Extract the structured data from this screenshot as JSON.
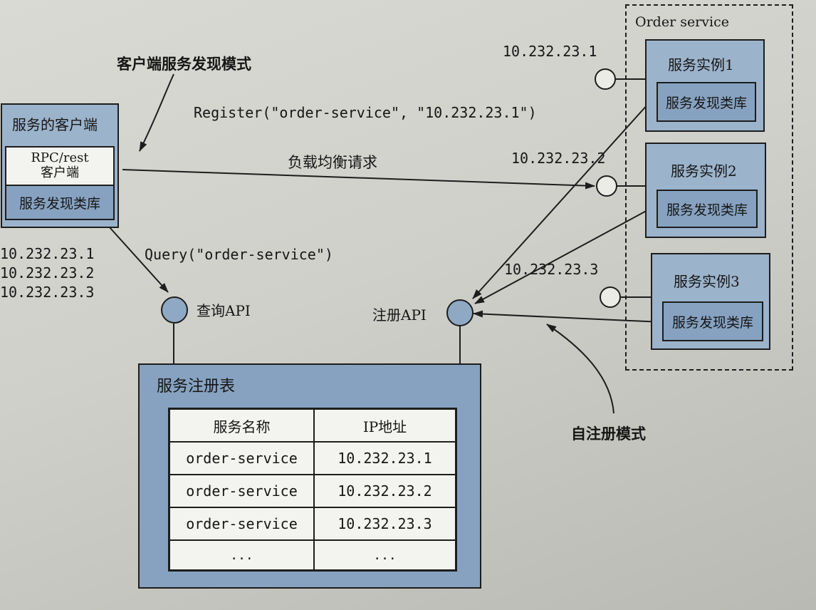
{
  "labels": {
    "client_mode": "客户端服务发现模式",
    "self_register_mode": "自注册模式",
    "register_call": "Register(\"order-service\", \"10.232.23.1\")",
    "load_balance": "负载均衡请求",
    "query_call": "Query(\"order-service\")",
    "query_api": "查询API",
    "register_api": "注册API",
    "order_service": "Order service"
  },
  "client": {
    "title": "服务的客户端",
    "rpc_line1": "RPC/rest",
    "rpc_line2": "客户端",
    "library": "服务发现类库",
    "ips": [
      "10.232.23.1",
      "10.232.23.2",
      "10.232.23.3"
    ]
  },
  "instances": [
    {
      "title": "服务实例1",
      "library": "服务发现类库",
      "ip": "10.232.23.1"
    },
    {
      "title": "服务实例2",
      "library": "服务发现类库",
      "ip": "10.232.23.2"
    },
    {
      "title": "服务实例3",
      "library": "服务发现类库",
      "ip": "10.232.23.3"
    }
  ],
  "registry": {
    "title": "服务注册表",
    "headers": [
      "服务名称",
      "IP地址"
    ],
    "rows": [
      [
        "order-service",
        "10.232.23.1"
      ],
      [
        "order-service",
        "10.232.23.2"
      ],
      [
        "order-service",
        "10.232.23.3"
      ],
      [
        "...",
        "..."
      ]
    ]
  },
  "colors": {
    "box_fill": "#9bb3cb",
    "inner_fill": "#86a2c0",
    "table_fill": "#f3f3ef",
    "line": "#1d1d1d"
  }
}
